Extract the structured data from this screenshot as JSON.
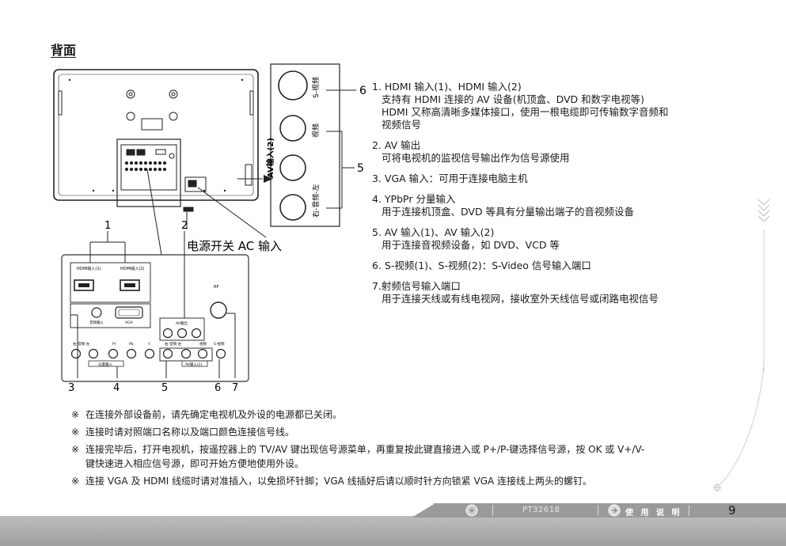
{
  "section_title": "背面",
  "diagram": {
    "caption_power": "电源开关 AC 输入",
    "av_side_label": "AV输入(2)",
    "side_jack_labels": [
      "S-视频",
      "视频",
      "右-音频-左"
    ],
    "callouts": [
      "1",
      "2",
      "3",
      "4",
      "5",
      "6",
      "7"
    ],
    "callout_right_top": "6",
    "callout_right_mid": "5",
    "panel_labels": {
      "hdmi1": "HDMI输入(1)",
      "hdmi2": "HDMI输入(2)",
      "vga_audio": "音频输入",
      "vga": "VGA",
      "av_out": "AV输出",
      "rf": "RF",
      "ypbpr_audio": "右-音频-左",
      "y": "Y",
      "pb": "Pb",
      "pr": "Pr",
      "ypbpr_group": "分量输入",
      "av1_audio": "右-音频-左",
      "av1_video": "视频",
      "svideo": "S-视频",
      "av1_group": "AV输入(1)"
    }
  },
  "descriptions": [
    {
      "head": "1. HDMI 输入(1)、HDMI 输入(2)",
      "lines": [
        "支持有 HDMI 连接的 AV 设备(机顶盒、DVD 和数字电视等)",
        "HDMI 又称高清晰多媒体接口，使用一根电缆即可传输数字音频和",
        "视频信号"
      ]
    },
    {
      "head": "2. AV 输出",
      "lines": [
        "可将电视机的监视信号输出作为信号源使用"
      ]
    },
    {
      "head": "3. VGA 输入：可用于连接电脑主机",
      "lines": []
    },
    {
      "head": "4. YPbPr 分量输入",
      "lines": [
        "用于连接机顶盒、DVD 等具有分量输出端子的音视频设备"
      ]
    },
    {
      "head": "5. AV 输入(1)、AV 输入(2)",
      "lines": [
        "用于连接音视频设备，如 DVD、VCD 等"
      ]
    },
    {
      "head": "6. S-视频(1)、S-视频(2)：S-Video 信号输入端口",
      "lines": []
    },
    {
      "head": "7.射频信号输入端口",
      "lines": [
        "用于连接天线或有线电视网，接收室外天线信号或闭路电视信号"
      ]
    }
  ],
  "notes": [
    {
      "mark": "※",
      "lines": [
        "在连接外部设备前，请先确定电视机及外设的电源都已关闭。"
      ]
    },
    {
      "mark": "※",
      "lines": [
        "连接时请对照端口名称以及端口颜色连接信号线。"
      ]
    },
    {
      "mark": "※",
      "lines": [
        "连接完毕后，打开电视机，按遥控器上的 TV/AV 键出现信号源菜单，再重复按此键直接进入或 P+/P-键选择信号源，按 OK 或 V+/V-",
        "键快速进入相应信号源，即可开始方便地使用外设。"
      ]
    },
    {
      "mark": "※",
      "lines": [
        "连接 VGA 及 HDMI 线缆时请对准插入，以免损坏针脚；VGA 线插好后请以顺时针方向锁紧 VGA 连接线上两头的螺钉。"
      ]
    }
  ],
  "footer": {
    "model": "PT32618",
    "manual_label": "使 用 说 明",
    "page_number": "9"
  },
  "colors": {
    "footer_band": "#a8a8a8",
    "line": "#1a1a1a"
  }
}
